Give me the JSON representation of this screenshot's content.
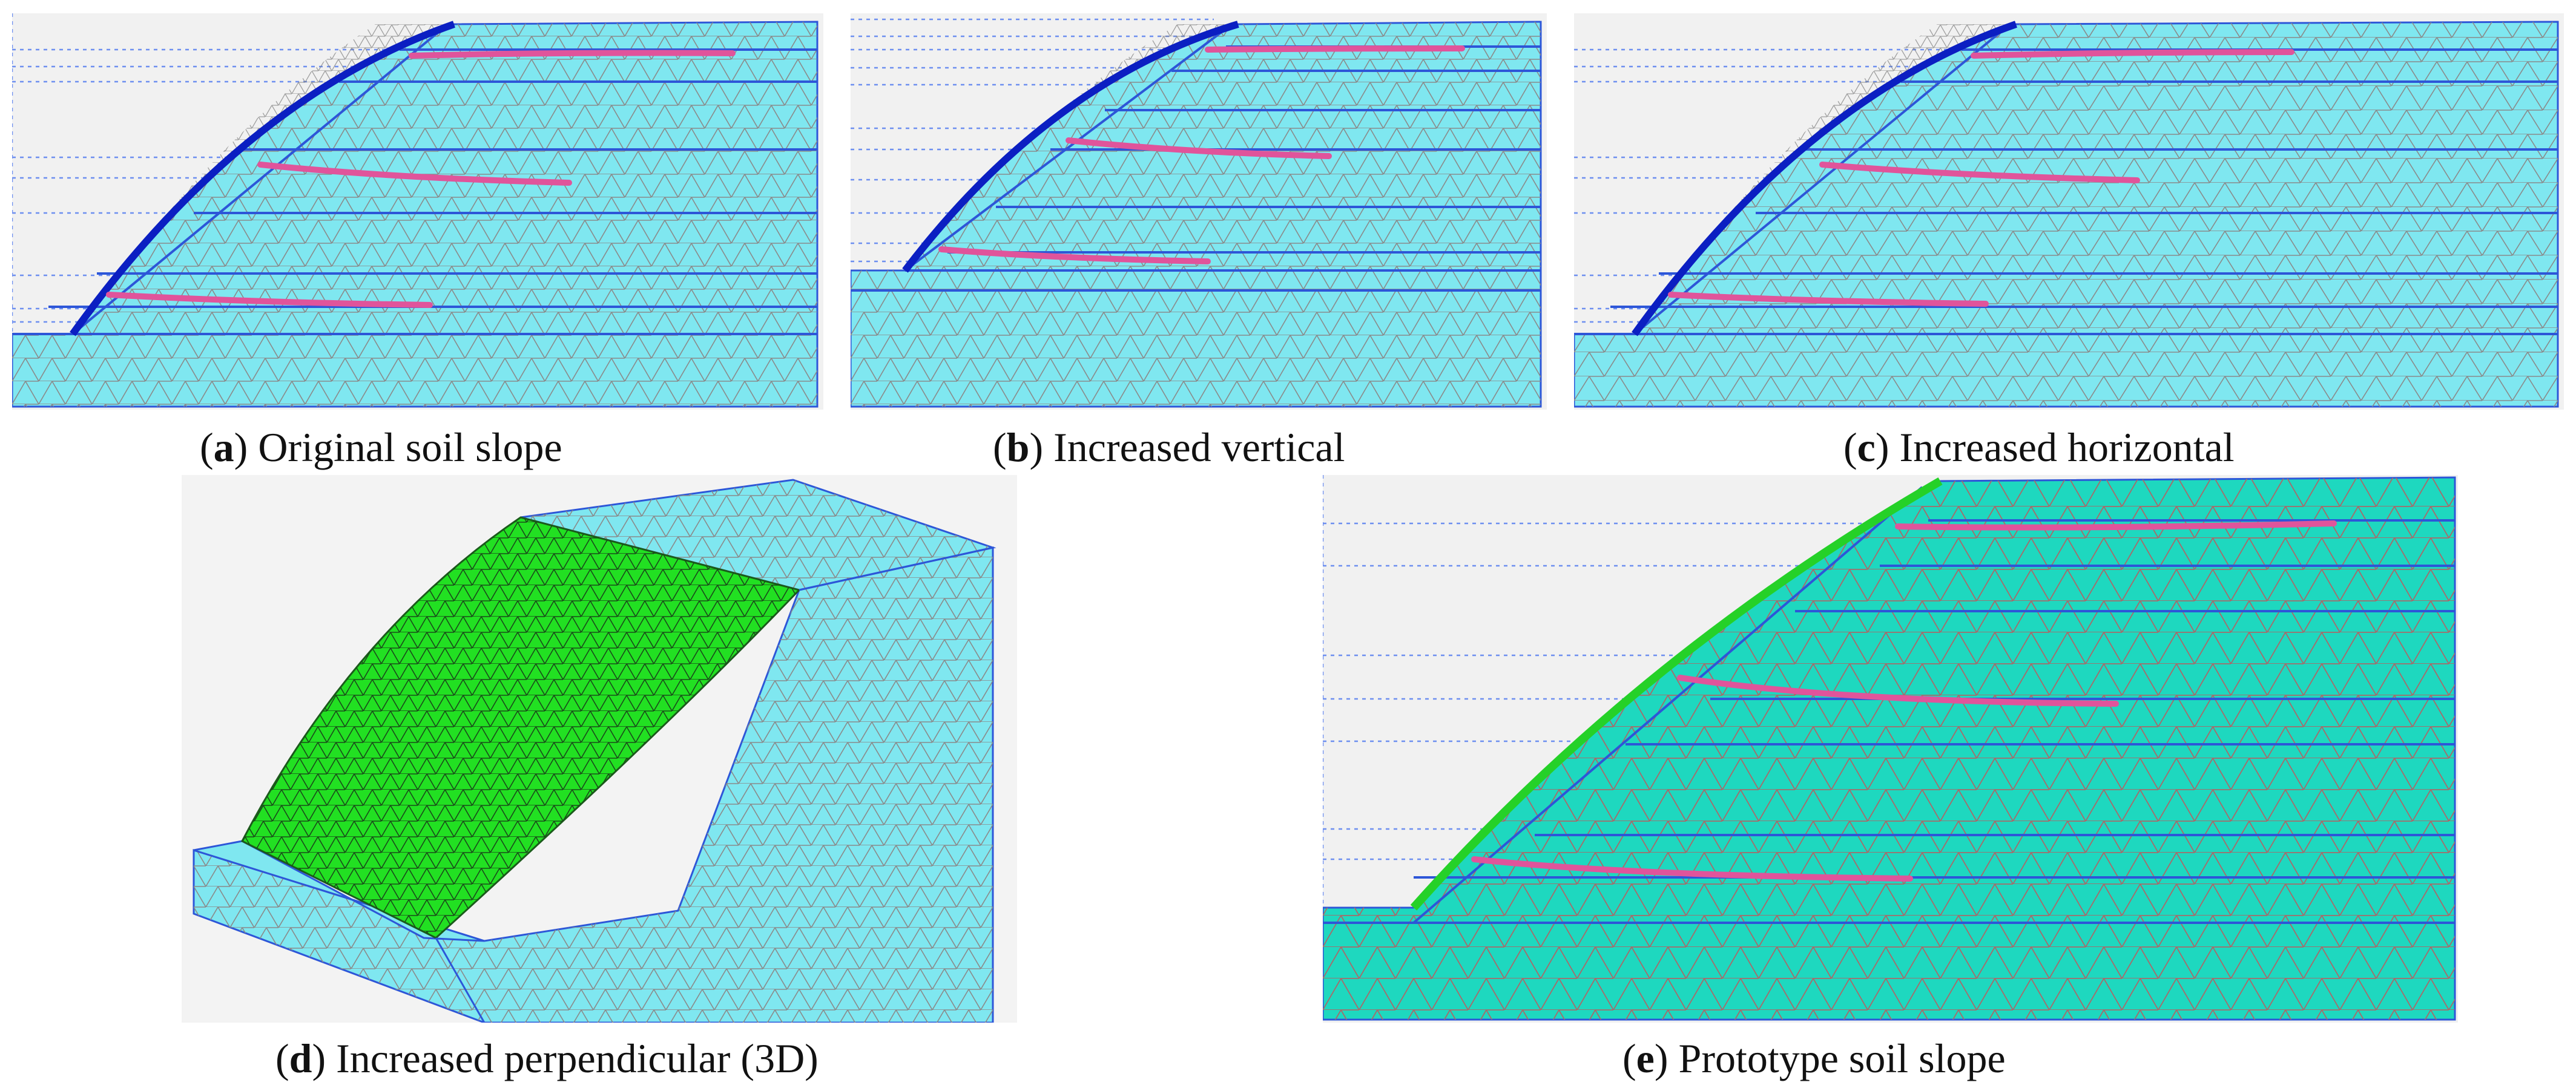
{
  "panels": [
    {
      "id": "a",
      "letter": "a",
      "caption": "Original soil slope"
    },
    {
      "id": "b",
      "letter": "b",
      "caption": "Increased vertical"
    },
    {
      "id": "c",
      "letter": "c",
      "caption": "Increased horizontal"
    },
    {
      "id": "d",
      "letter": "d",
      "caption": "Increased perpendicular (3D)"
    },
    {
      "id": "e",
      "letter": "e",
      "caption": "Prototype soil slope"
    }
  ],
  "colors": {
    "soil": "#7fe7f0",
    "soil_prototype": "#1ed8bf",
    "mesh": "#8a8a8a",
    "layer_line": "#2d56d8",
    "reinforcement": "#e0549b",
    "facing_blue": "#0b1fc2",
    "facing_green": "#25d128",
    "face_3d": "#22e022",
    "background_grey": "#f1f1f1"
  }
}
